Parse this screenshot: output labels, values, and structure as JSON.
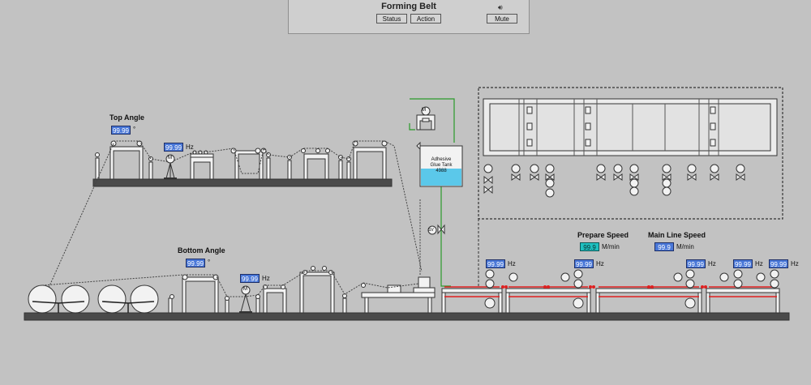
{
  "header": {
    "title": "Forming Belt",
    "status_label": "Status",
    "action_label": "Action",
    "mute_label": "Mute",
    "speaker_icon": "speaker-icon"
  },
  "top_angle": {
    "label": "Top Angle",
    "value": "99.99",
    "unit": "°"
  },
  "top_motor": {
    "value": "99.99",
    "unit": "Hz",
    "motor_label": "M"
  },
  "bottom_angle": {
    "label": "Bottom Angle",
    "value": "99.99",
    "unit": "°"
  },
  "bottom_motor": {
    "value": "99.99",
    "unit": "Hz",
    "motor_label": "M"
  },
  "glue_tank": {
    "line1": "Adhesive",
    "line2": "Glue Tank",
    "value": "4988",
    "motor_label": "M",
    "valve_label": "SV"
  },
  "prepare_speed": {
    "label": "Prepare Speed",
    "value": "99.9",
    "unit": "M/min"
  },
  "main_line_speed": {
    "label": "Main Line Speed",
    "value": "99.9",
    "unit": "M/min"
  },
  "line_motors": [
    {
      "value": "99.99",
      "unit": "Hz"
    },
    {
      "value": "99.99",
      "unit": "Hz"
    },
    {
      "value": "99.99",
      "unit": "Hz"
    },
    {
      "value": "99.99",
      "unit": "Hz"
    },
    {
      "value": "99.99",
      "unit": "Hz"
    }
  ],
  "valve_label": "SV",
  "motor_label": "M",
  "colors": {
    "background": "#c2c2c2",
    "value_box": "#4a78d8",
    "speed_box": "#1ec0c0",
    "glue_line": "#2a9a2a",
    "belt": "#e02020",
    "tank_fluid": "#5bc8ea"
  }
}
